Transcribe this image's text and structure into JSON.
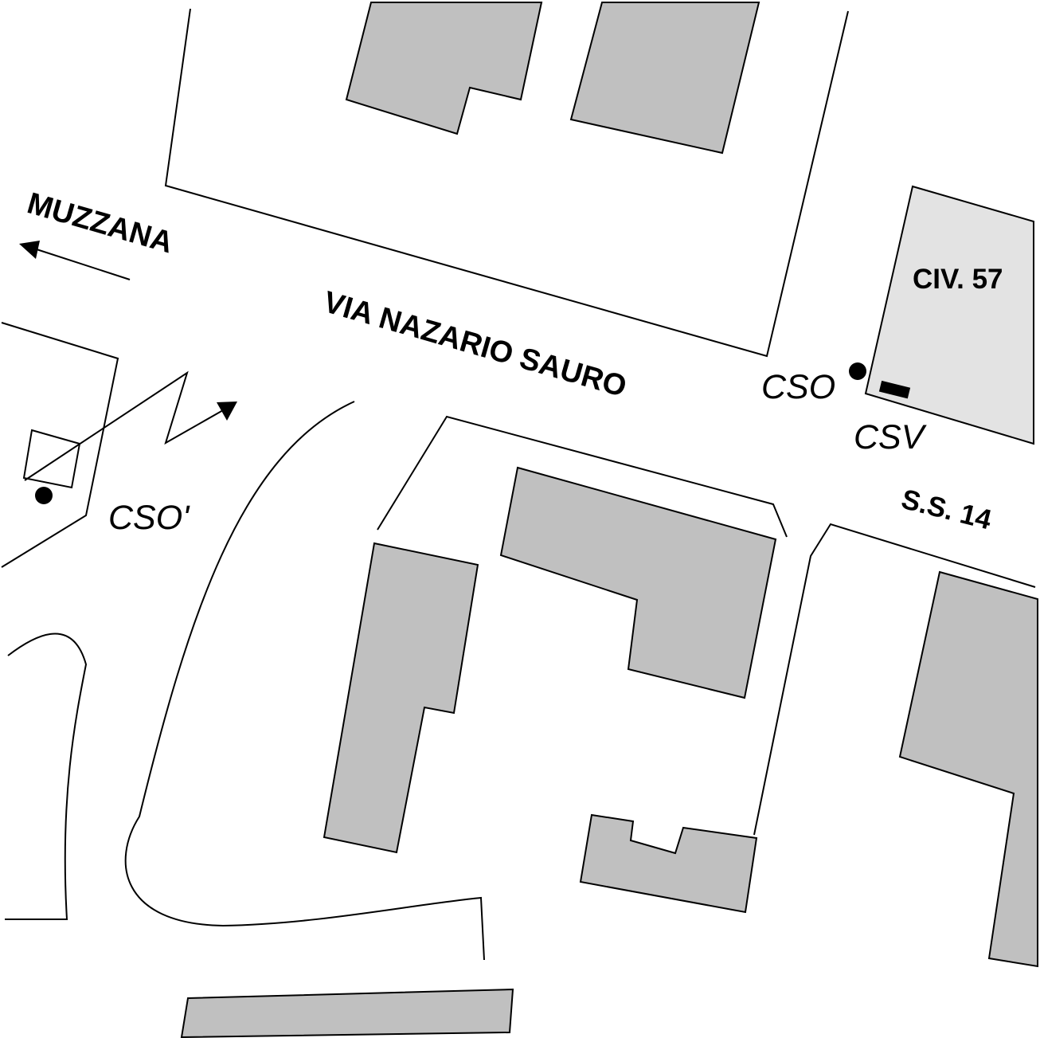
{
  "labels": {
    "direction": "MUZZANA",
    "street": "VIA NAZARIO SAURO",
    "building_number": "CIV. 57",
    "road_number": "S.S. 14",
    "point_cso": "CSO",
    "point_csv": "CSV",
    "point_cso_prime": "CSO'"
  },
  "colors": {
    "building_fill": "#c0c0c0",
    "highlighted_building_fill": "#e3e3e3",
    "line": "#000000",
    "background": "#ffffff"
  },
  "icons": {
    "direction_arrow": "arrow-left-icon",
    "measurement_marker": "filled-circle-icon",
    "sensor_marker": "filled-rectangle-icon",
    "view_direction": "zigzag-arrow-icon"
  }
}
